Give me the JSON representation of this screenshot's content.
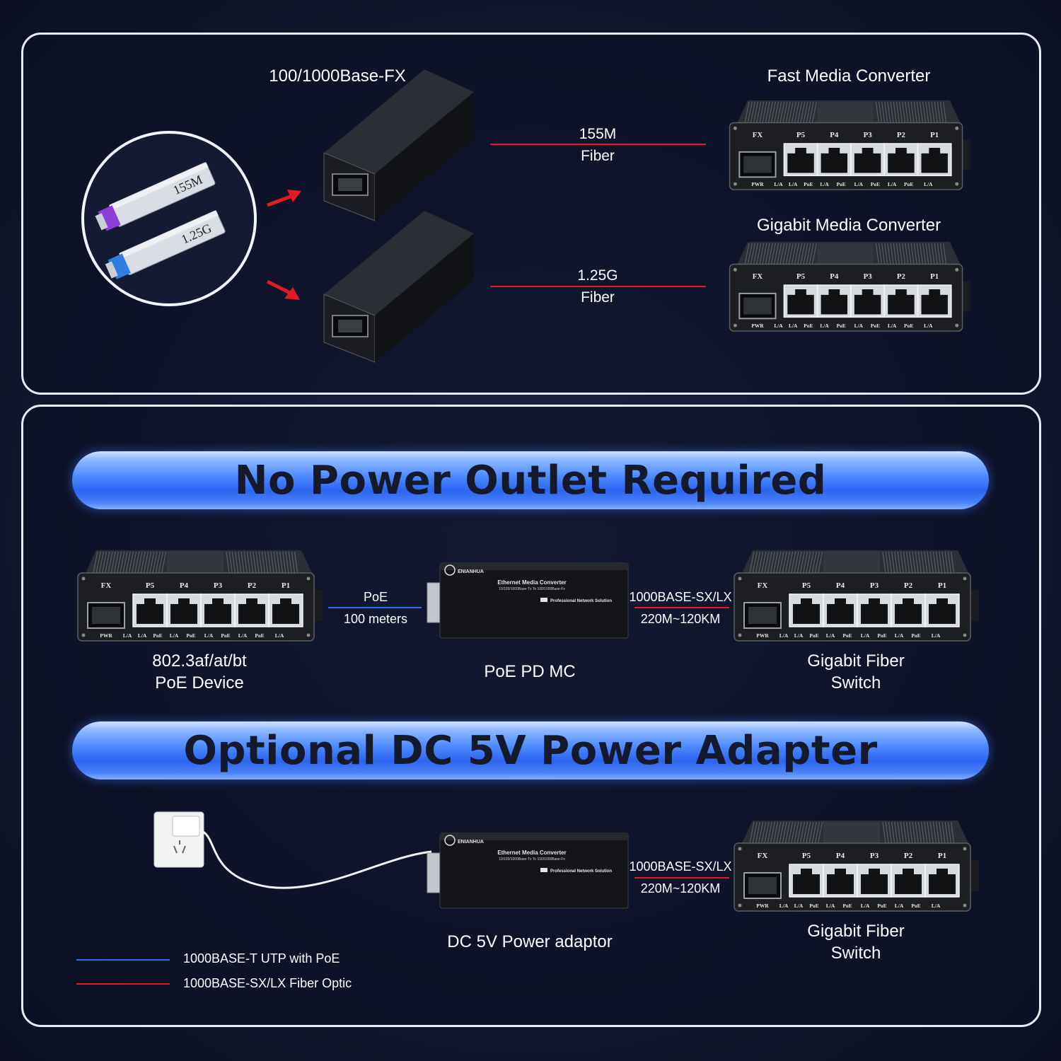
{
  "colors": {
    "fiber_line": "#e21a24",
    "utp_line": "#2f6ee8",
    "banner": "#3a74f5"
  },
  "top": {
    "converter_label": "100/1000Base-FX",
    "sfp_modules": [
      "155M",
      "1.25G"
    ],
    "links": [
      {
        "speed": "155M",
        "medium": "Fiber"
      },
      {
        "speed": "1.25G",
        "medium": "Fiber"
      }
    ],
    "fast_converter_label": "Fast Media Converter",
    "gigabit_converter_label": "Gigabit Media Converter"
  },
  "banners": {
    "no_power": "No Power Outlet Required",
    "optional": "Optional DC 5V Power Adapter"
  },
  "switch_panel": {
    "fx": "FX",
    "ports": [
      "P5",
      "P4",
      "P3",
      "P2",
      "P1"
    ],
    "bottom_labels": [
      "PWR",
      "L/A",
      "L/A",
      "PoE",
      "L/A",
      "PoE",
      "L/A",
      "PoE",
      "L/A",
      "PoE",
      "L/A"
    ]
  },
  "mc_box": {
    "brand": "ENIANHUA",
    "title": "Ethernet Media Converter",
    "subtitle": "10/100/1000Base-Tx To 100/1000Base-Fx",
    "tagline": "Professional Network Solution"
  },
  "poe_section": {
    "link_top": "PoE",
    "link_bottom": "100 meters",
    "device_line1": "802.3af/at/bt",
    "device_line2": "PoE Device",
    "mc_label": "PoE PD MC",
    "fiber_top": "1000BASE-SX/LX",
    "fiber_bottom": "220M~120KM",
    "switch_line1": "Gigabit Fiber",
    "switch_line2": "Switch"
  },
  "dc_section": {
    "mc_label": "DC 5V Power adaptor",
    "fiber_top": "1000BASE-SX/LX",
    "fiber_bottom": "220M~120KM",
    "switch_line1": "Gigabit Fiber",
    "switch_line2": "Switch"
  },
  "legend": [
    {
      "label": "1000BASE-T UTP with PoE",
      "color": "#2f6ee8"
    },
    {
      "label": "1000BASE-SX/LX Fiber Optic",
      "color": "#e21a24"
    }
  ]
}
